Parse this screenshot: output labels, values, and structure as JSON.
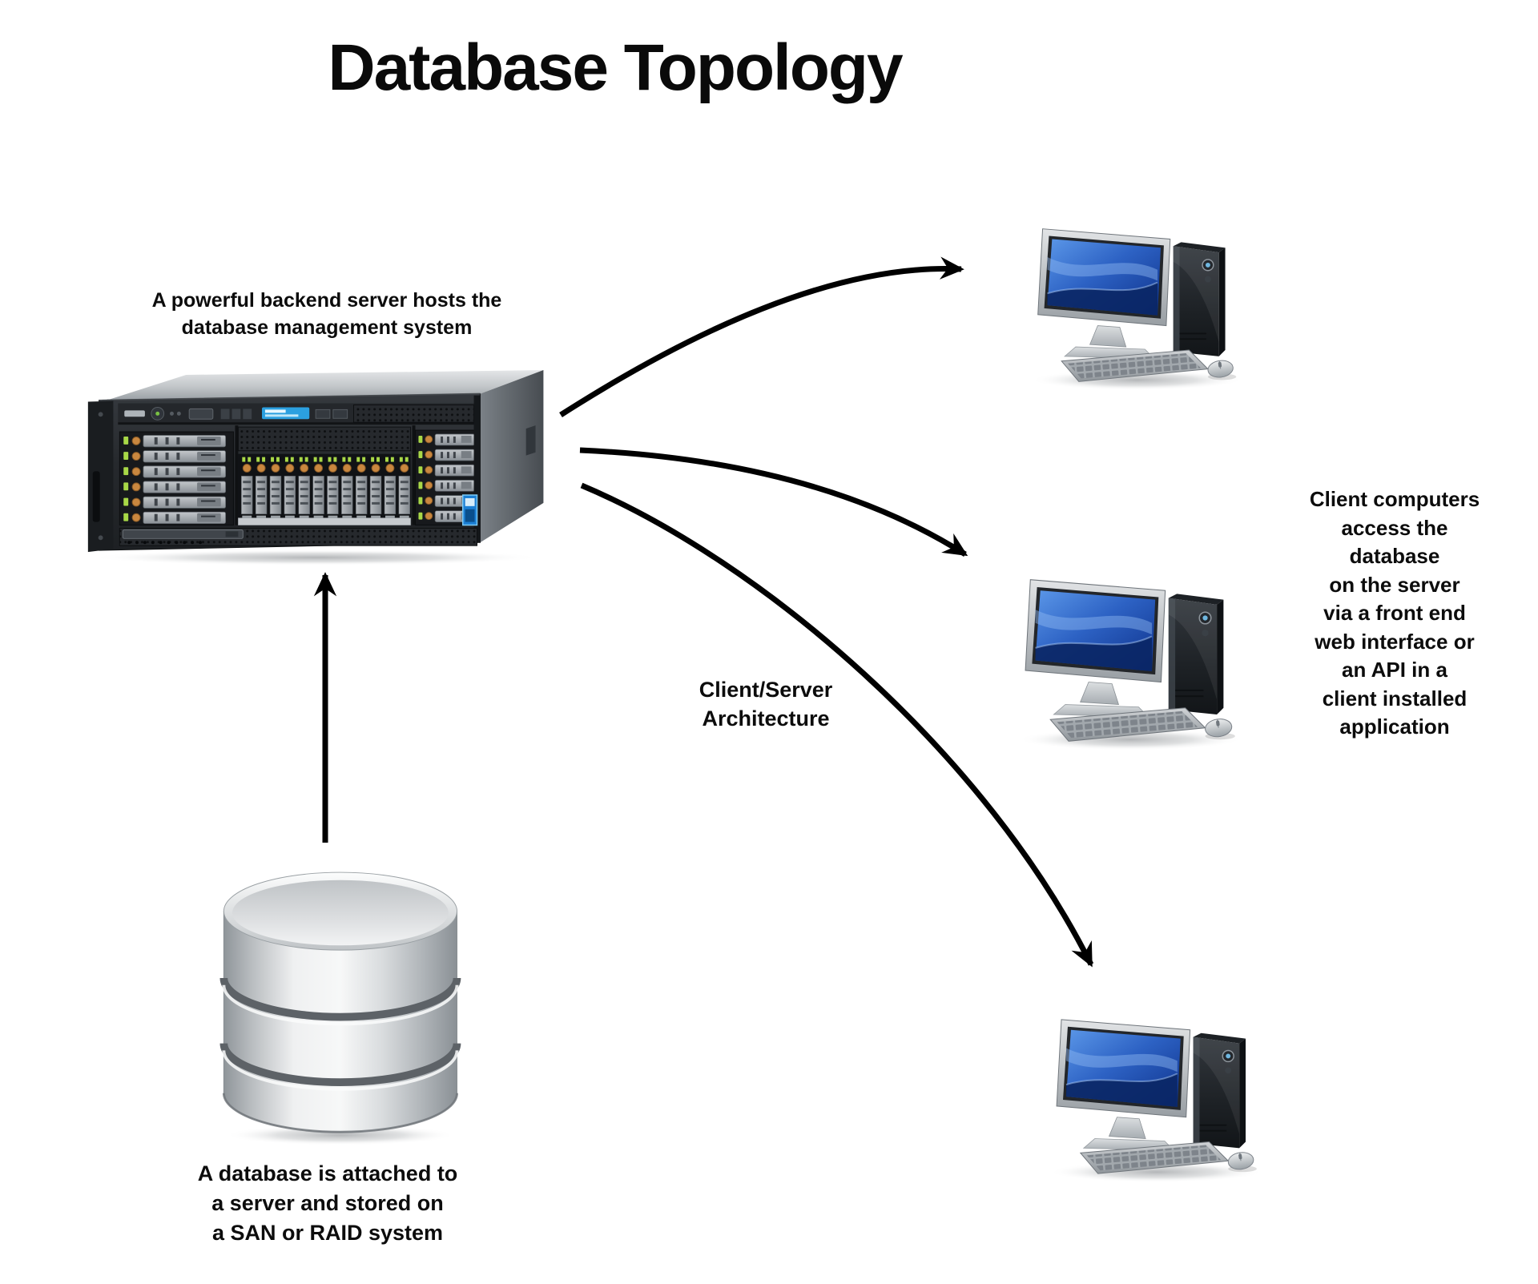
{
  "title": "Database Topology",
  "diagram": {
    "server": {
      "caption": [
        "A powerful backend server hosts the",
        "database management system"
      ]
    },
    "database": {
      "caption": [
        "A database is attached to",
        "a server and stored on",
        "a SAN or RAID system"
      ]
    },
    "clients": {
      "count": 3,
      "note": [
        "Client computers",
        "access the",
        "database",
        "on the server",
        "via a front end",
        "web interface or",
        "an API in a",
        "client installed",
        "application"
      ]
    },
    "architecture_label": [
      "Client/Server",
      "Architecture"
    ],
    "edges": [
      {
        "from": "backend-server",
        "to": "client-computer-1"
      },
      {
        "from": "backend-server",
        "to": "client-computer-2"
      },
      {
        "from": "backend-server",
        "to": "client-computer-3"
      },
      {
        "from": "database-storage",
        "to": "backend-server"
      }
    ]
  },
  "icons": {
    "server": "rack-server-icon",
    "database": "database-cylinder-icon",
    "client": "desktop-computer-icon",
    "arrow": "black-curved-arrow"
  },
  "colors": {
    "background": "#ffffff",
    "text": "#0c0c0c",
    "arrow": "#000000",
    "screen_blue": "#2d62c4",
    "server_chassis": "#24272b",
    "intel_badge": "#1b7fd4",
    "metal_silver": "#c9ccce"
  }
}
